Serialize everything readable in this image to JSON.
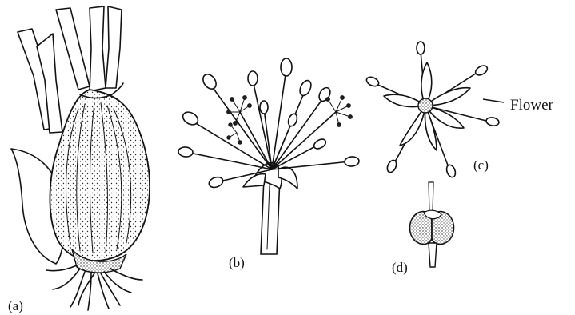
{
  "figure": {
    "panels": [
      {
        "id": "a",
        "label": "(a)",
        "subject": "bulb-icon"
      },
      {
        "id": "b",
        "label": "(b)",
        "subject": "umbel-icon"
      },
      {
        "id": "c",
        "label": "(c)",
        "subject": "flower-icon"
      },
      {
        "id": "d",
        "label": "(d)",
        "subject": "ovary-icon"
      }
    ],
    "callout": {
      "text": "Flower",
      "points_to": "c"
    }
  }
}
